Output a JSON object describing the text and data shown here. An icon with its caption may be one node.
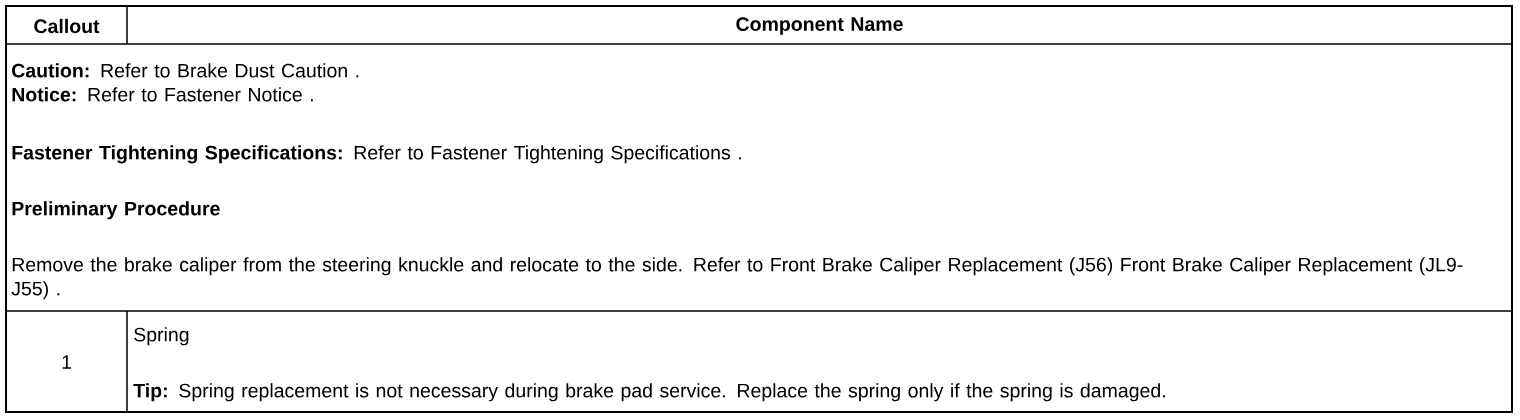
{
  "diagram": {
    "labels": [
      "Callout",
      "Component Name",
      "**Caution:** Refer to Brake Dust Caution .",
      "**Notice:** Refer to Fastener Notice .",
      "**Fastener Tightening Specifications:** Refer to Fastener Tightening Specifications .",
      "Preliminary Procedure",
      "Remove the brake caliper from the steering knuckle and relocate to the side. Refer to Front Brake Caliper Replacement (J56) Front Brake Caliper Replacement (JL9-J55) .",
      "1",
      "Spring",
      "**Tip:** Spring replacement is not necessary during brake pad service. Replace the spring only if the spring is damaged."
    ]
  }
}
